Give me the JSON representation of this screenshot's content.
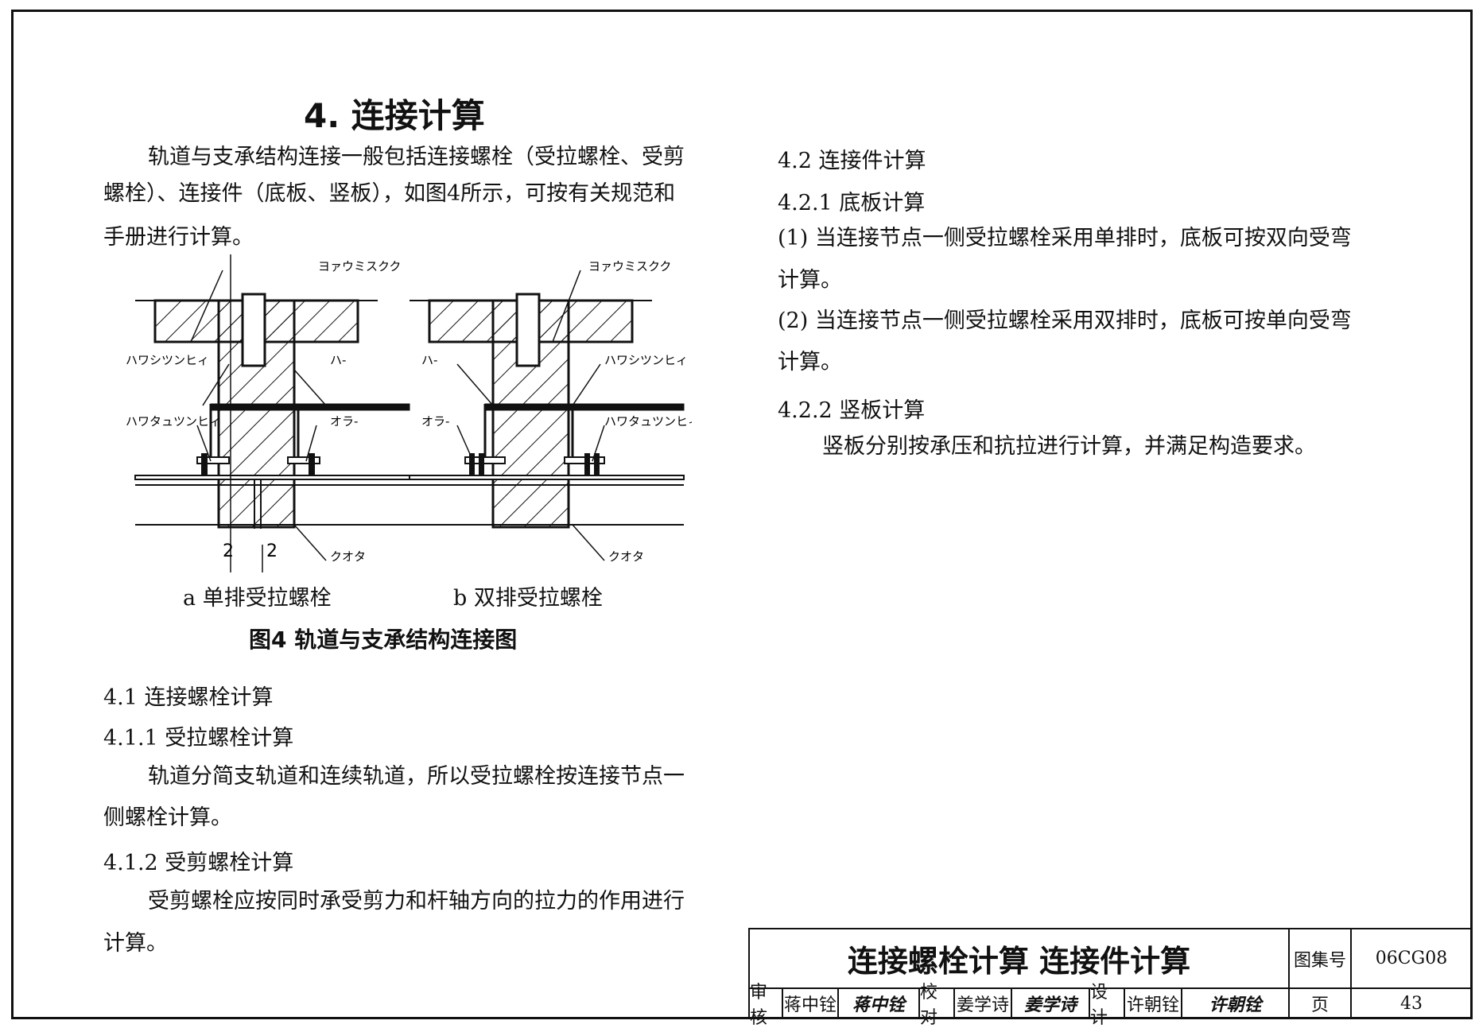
{
  "title": "4.  连接计算",
  "intro": [
    "轨道与支承结构连接一般包括连接螺栓（受拉螺栓、受剪",
    "螺栓）、连接件（底板、竖板），如图4所示，可按有关规范和",
    "手册进行计算。"
  ],
  "figure": {
    "labels_a": {
      "top": "ヨァウミスクク",
      "left1": "ハワシツンヒィ",
      "right1": "ハ-",
      "left2": "ハワタュツンヒィ",
      "right2": "オラ-",
      "bottom": "クオタ",
      "dim1": "2",
      "dim2": "2"
    },
    "labels_b": {
      "top": "ヨァウミスクク",
      "left1": "ハ-",
      "right1": "ハワシツンヒィ",
      "left2": "オラ-",
      "right2": "ハワタュツンヒィ",
      "bottom": "クオタ"
    },
    "sub_a": "a  单排受拉螺栓",
    "sub_b": "b  双排受拉螺栓",
    "caption": "图4    轨道与支承结构连接图"
  },
  "left_sections": {
    "h41": "4.1  连接螺栓计算",
    "h411": "4.1.1  受拉螺栓计算",
    "p411": [
      "轨道分简支轨道和连续轨道，所以受拉螺栓按连接节点一",
      "侧螺栓计算。"
    ],
    "h412": "4.1.2  受剪螺栓计算",
    "p412": [
      "受剪螺栓应按同时承受剪力和杆轴方向的拉力的作用进行",
      "计算。"
    ]
  },
  "right_sections": {
    "h42": "4.2  连接件计算",
    "h421": "4.2.1  底板计算",
    "p421a": [
      "(1)  当连接节点一侧受拉螺栓采用单排时，底板可按双向受弯",
      "计算。"
    ],
    "p421b": [
      "(2)  当连接节点一侧受拉螺栓采用双排时，底板可按单向受弯",
      "计算。"
    ],
    "h422": "4.2.2  竖板计算",
    "p422": "竖板分别按承压和抗拉进行计算，并满足构造要求。"
  },
  "title_block": {
    "main_title": "连接螺栓计算      连接件计算",
    "atlas_label": "图集号",
    "atlas_no": "06CG08",
    "review_label": "审核",
    "review_name": "蒋中铨",
    "review_sig": "蒋中铨",
    "check_label": "校对",
    "check_name": "姜学诗",
    "check_sig": "姜学诗",
    "design_label": "设计",
    "design_name": "许朝铨",
    "design_sig": "许朝铨",
    "page_label": "页",
    "page_no": "43"
  }
}
